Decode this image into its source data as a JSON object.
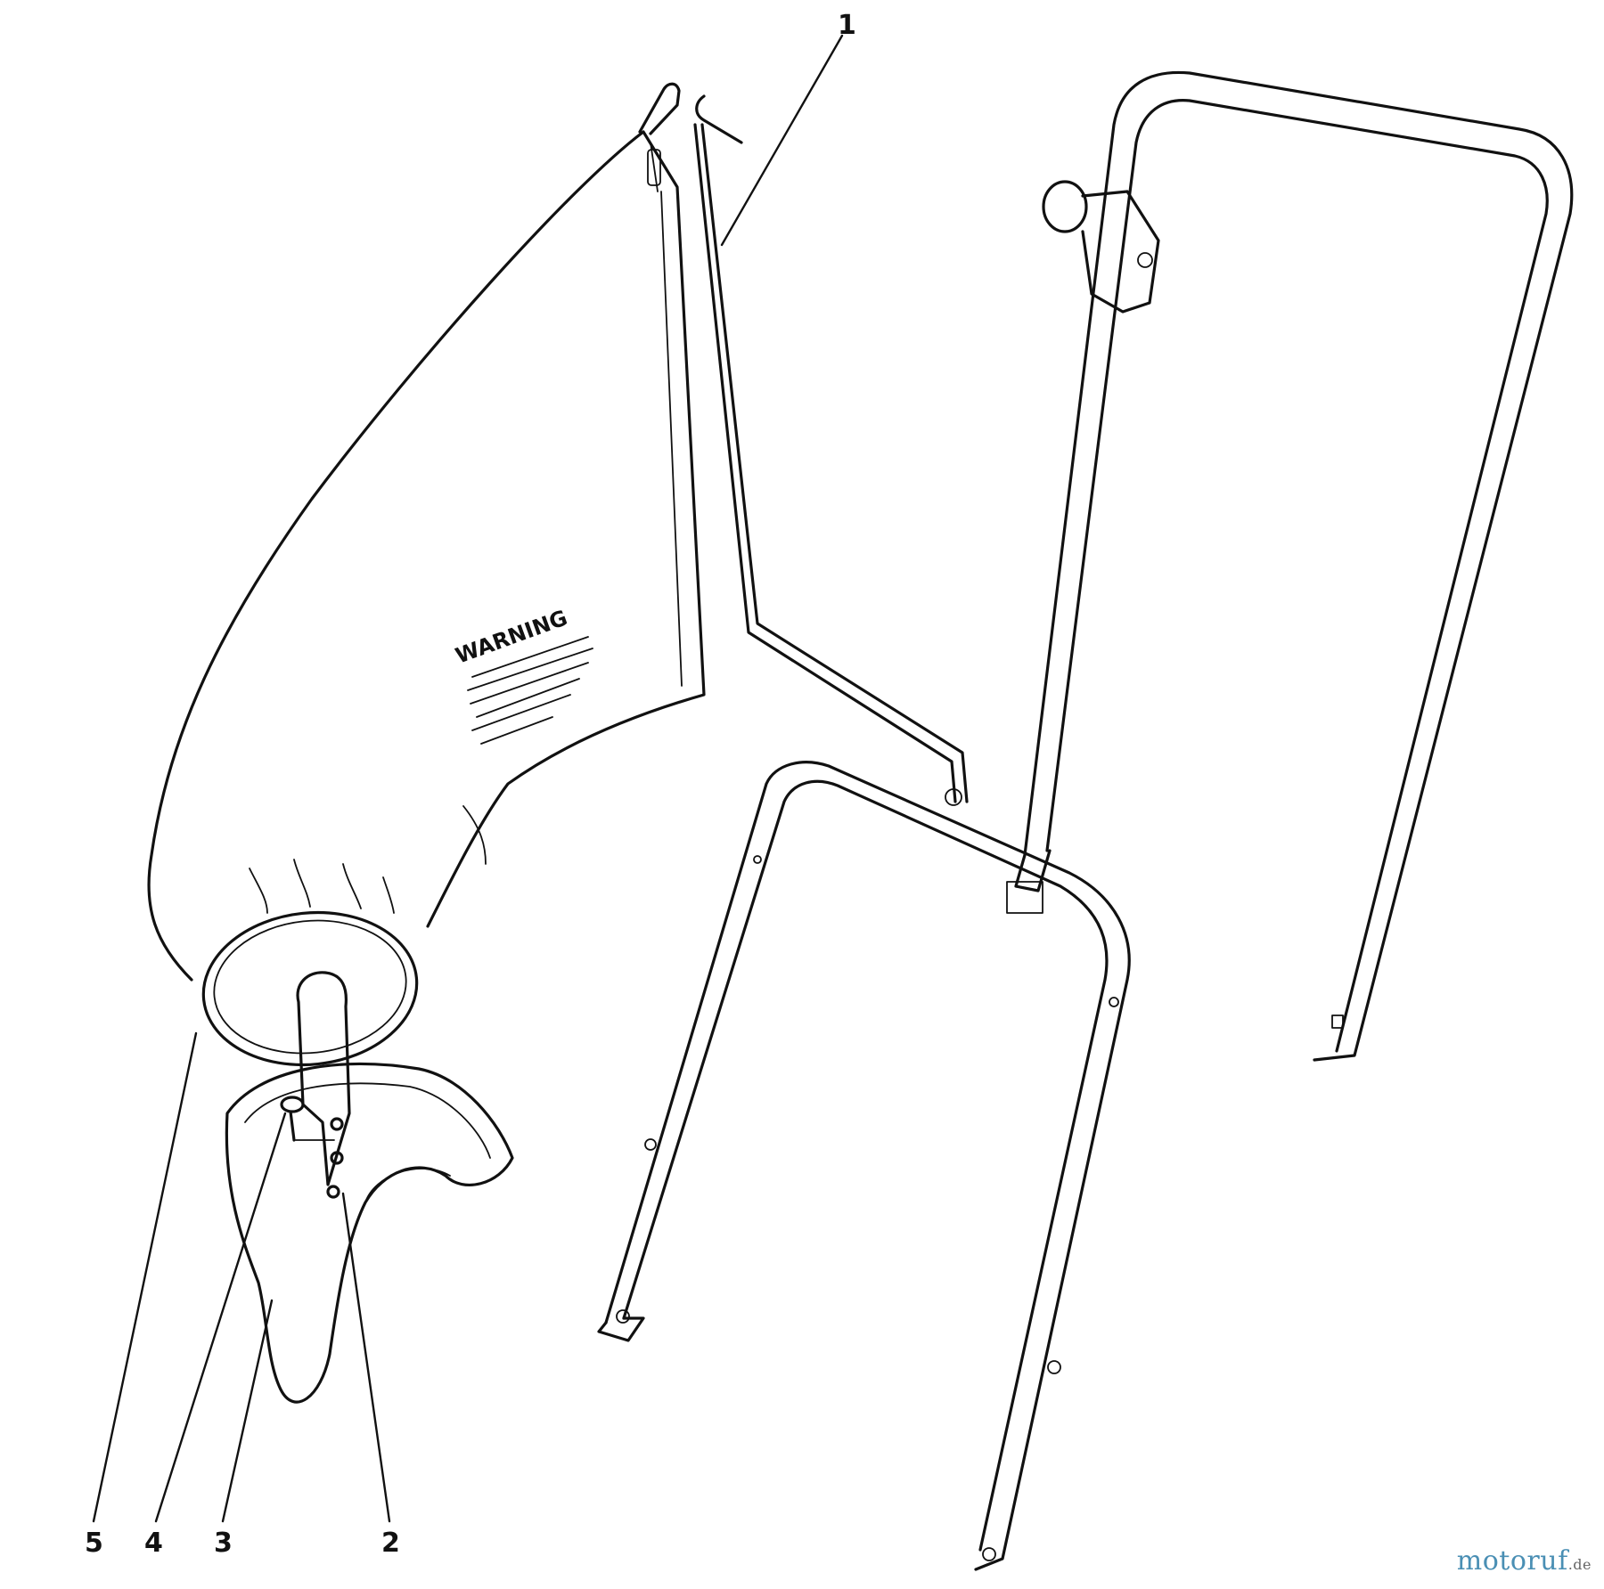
{
  "diagram": {
    "callouts": [
      {
        "id": "1",
        "label": "1"
      },
      {
        "id": "2",
        "label": "2"
      },
      {
        "id": "3",
        "label": "3"
      },
      {
        "id": "4",
        "label": "4"
      },
      {
        "id": "5",
        "label": "5"
      }
    ],
    "bag_label": "WARNING"
  },
  "watermark": {
    "main": "motoruf",
    "suffix": ".de",
    "colors": {
      "main": "#4a8fb4",
      "suffix": "#666666"
    }
  },
  "colors": {
    "line": "#111111",
    "background": "#ffffff"
  }
}
